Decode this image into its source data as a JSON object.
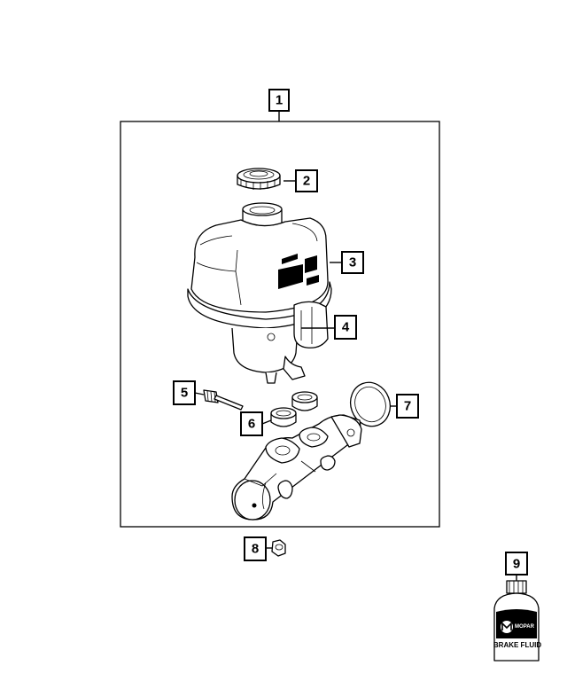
{
  "callouts": {
    "c1": "1",
    "c2": "2",
    "c3": "3",
    "c4": "4",
    "c5": "5",
    "c6": "6",
    "c7": "7",
    "c8": "8",
    "c9": "9"
  },
  "bottle_label": {
    "brand": "MOPAR",
    "product": "BRAKE FLUID"
  },
  "colors": {
    "line": "#000000",
    "background": "#ffffff"
  }
}
